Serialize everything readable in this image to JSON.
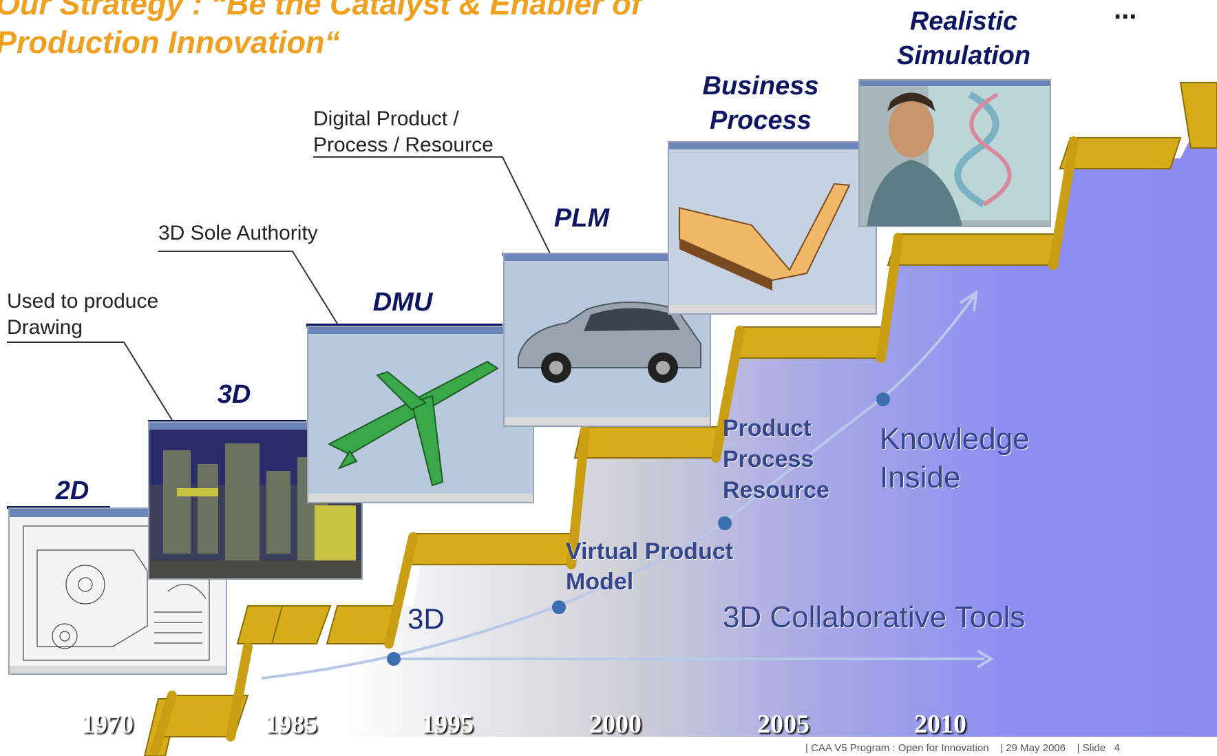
{
  "title": "Our Strategy : “Be the Catalyst & Enabler of\nProduction Innovation“",
  "ellipsis": "...",
  "stages": [
    {
      "key": "2d",
      "label": "2D"
    },
    {
      "key": "3d",
      "label": "3D"
    },
    {
      "key": "dmu",
      "label": "DMU"
    },
    {
      "key": "plm",
      "label": "PLM"
    },
    {
      "key": "bp",
      "label": "Business\nProcess"
    },
    {
      "key": "rs",
      "label": "Realistic\nSimulation"
    }
  ],
  "notes": {
    "used_to_produce": "Used to produce\nDrawing",
    "sole_authority": "3D Sole Authority",
    "digital_product": "Digital Product /\nProcess / Resource"
  },
  "eras": {
    "three_d": "3D",
    "virtual_product": "Virtual Product\nModel",
    "ppr": "Product\nProcess\nResource",
    "knowledge": "Knowledge\nInside",
    "collab": "3D Collaborative Tools"
  },
  "years": [
    "1970",
    "1985",
    "1995",
    "2000",
    "2005",
    "2010"
  ],
  "footer": "| CAA V5 Program : Open for Innovation    | 29 May 2006    | Slide   4",
  "colors": {
    "title": "#f0a020",
    "stage": "#0d1660",
    "step": "#d6ac18",
    "step_shadow": "#8a6e0a",
    "era_text": "#34468c",
    "dot": "#3c6fb0"
  }
}
